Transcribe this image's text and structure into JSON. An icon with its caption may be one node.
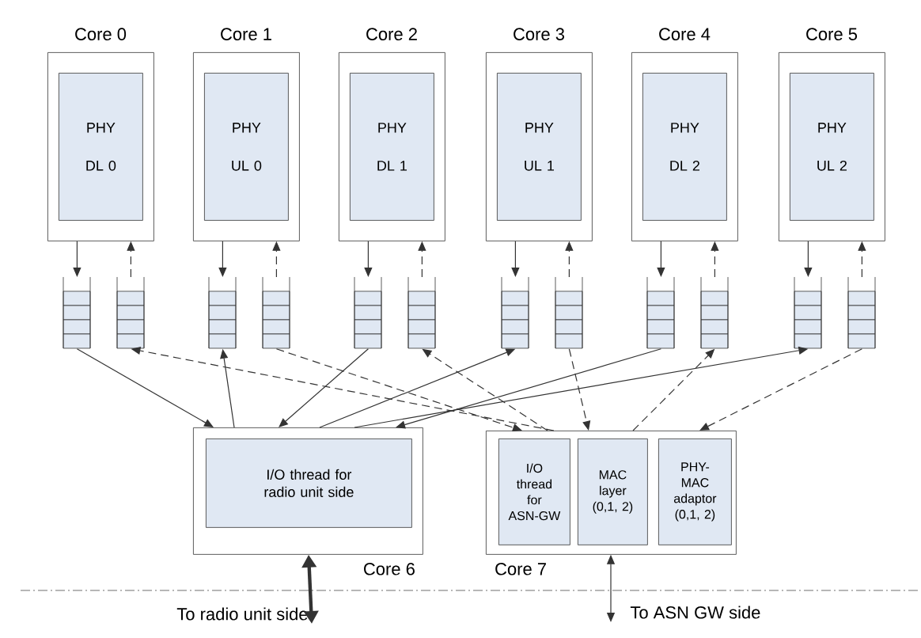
{
  "diagram": {
    "nodes": [
      {
        "text": [
          "Core 0"
        ]
      },
      {
        "text": [
          "PHY",
          "DL 0"
        ],
        "in": 0
      },
      {
        "text": [
          "Core 1"
        ]
      },
      {
        "text": [
          "PHY",
          "UL 0"
        ],
        "in": 2
      },
      {
        "text": [
          "Core 2"
        ]
      },
      {
        "text": [
          "PHY",
          "DL 1"
        ],
        "in": 4
      },
      {
        "text": [
          "Core 3"
        ]
      },
      {
        "text": [
          "PHY",
          "UL 1"
        ],
        "in": 6
      },
      {
        "text": [
          "Core 4"
        ]
      },
      {
        "text": [
          "PHY",
          "DL 2"
        ],
        "in": 8
      },
      {
        "text": [
          "Core 5"
        ]
      },
      {
        "text": [
          "PHY",
          "UL 2"
        ],
        "in": 10
      },
      {
        "text": [],
        "shape": "stack"
      },
      {
        "text": [],
        "shape": "stack"
      },
      {
        "text": [],
        "shape": "stack"
      },
      {
        "text": [],
        "shape": "stack"
      },
      {
        "text": [],
        "shape": "stack"
      },
      {
        "text": [],
        "shape": "stack"
      },
      {
        "text": [],
        "shape": "stack"
      },
      {
        "text": [],
        "shape": "stack"
      },
      {
        "text": [],
        "shape": "stack"
      },
      {
        "text": [],
        "shape": "stack"
      },
      {
        "text": [],
        "shape": "stack"
      },
      {
        "text": [],
        "shape": "stack"
      },
      {
        "text": [
          "Core 6"
        ]
      },
      {
        "text": [
          "I/O thread for radio unit side"
        ],
        "in": 24
      },
      {
        "text": [
          "Core 7"
        ]
      },
      {
        "text": [
          "I/O thread for ASN-GW"
        ],
        "in": 26
      },
      {
        "text": [
          "MAC layer (0,1, 2)"
        ],
        "in": 26
      },
      {
        "text": [
          "PHY-MAC adaptor (0,1, 2)"
        ],
        "in": 26
      },
      {
        "text": [
          "To radio unit side"
        ]
      },
      {
        "text": [
          "To ASN GW side"
        ]
      }
    ],
    "edges": [
      {
        "from": 0,
        "to": 12,
        "arrow": "to"
      },
      {
        "from": 13,
        "to": 0,
        "arrow": "to",
        "style": "dashed"
      },
      {
        "from": 2,
        "to": 14,
        "arrow": "to"
      },
      {
        "from": 15,
        "to": 2,
        "arrow": "to",
        "style": "dashed"
      },
      {
        "from": 4,
        "to": 16,
        "arrow": "to"
      },
      {
        "from": 17,
        "to": 4,
        "arrow": "to",
        "style": "dashed"
      },
      {
        "from": 6,
        "to": 18,
        "arrow": "to"
      },
      {
        "from": 19,
        "to": 6,
        "arrow": "to",
        "style": "dashed"
      },
      {
        "from": 8,
        "to": 20,
        "arrow": "to"
      },
      {
        "from": 21,
        "to": 8,
        "arrow": "to",
        "style": "dashed"
      },
      {
        "from": 10,
        "to": 22,
        "arrow": "to"
      },
      {
        "from": 23,
        "to": 10,
        "arrow": "to",
        "style": "dashed"
      },
      {
        "from": 12,
        "to": 24,
        "arrow": "to"
      },
      {
        "from": 24,
        "to": 14,
        "arrow": "to"
      },
      {
        "from": 16,
        "to": 24,
        "arrow": "to"
      },
      {
        "from": 24,
        "to": 18,
        "arrow": "to"
      },
      {
        "from": 20,
        "to": 24,
        "arrow": "to"
      },
      {
        "from": 24,
        "to": 22,
        "arrow": "to"
      },
      {
        "from": 26,
        "to": 13,
        "arrow": "to",
        "style": "dashed"
      },
      {
        "from": 15,
        "to": 26,
        "arrow": "to",
        "style": "dashed"
      },
      {
        "from": 26,
        "to": 17,
        "arrow": "to",
        "style": "dashed"
      },
      {
        "from": 19,
        "to": 26,
        "arrow": "to",
        "style": "dashed"
      },
      {
        "from": 26,
        "to": 21,
        "arrow": "to",
        "style": "dashed"
      },
      {
        "from": 23,
        "to": 26,
        "arrow": "to",
        "style": "dashed"
      },
      {
        "from": 24,
        "to": 30,
        "arrow": "both",
        "style": "thick"
      },
      {
        "from": 26,
        "to": 31,
        "arrow": "both"
      }
    ]
  }
}
